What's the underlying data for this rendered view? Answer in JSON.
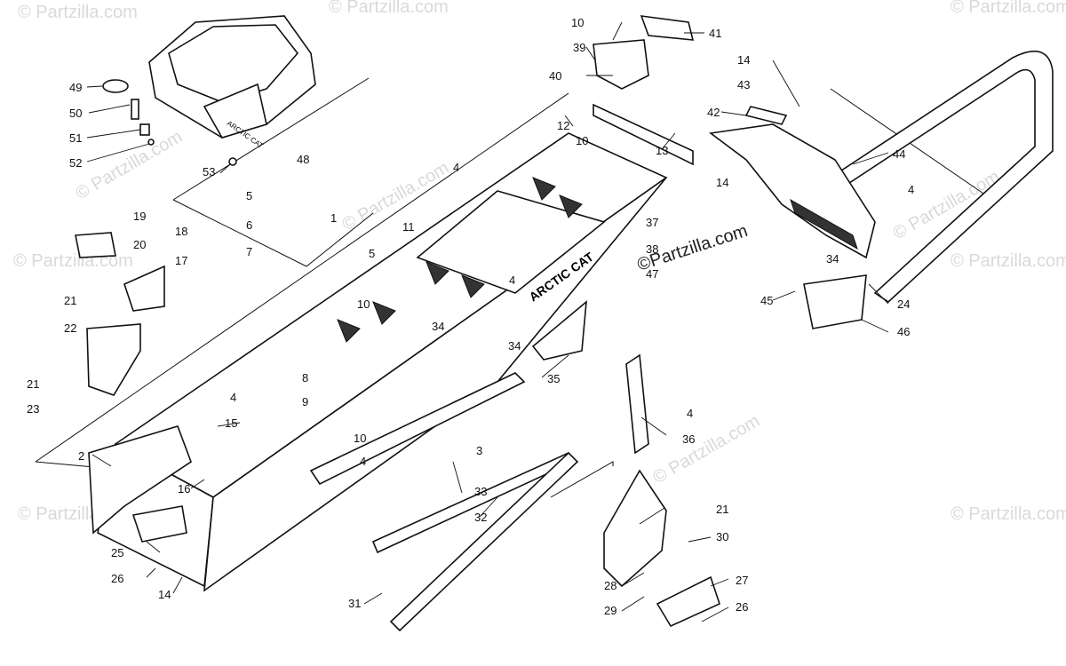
{
  "watermark": {
    "text": "© Partzilla.com",
    "center_text": "©Partzilla.com"
  },
  "brand_decal": "ARCTIC CAT",
  "seat_decal": "ARCTIC CAT",
  "callouts": [
    "1",
    "2",
    "3",
    "4",
    "5",
    "6",
    "7",
    "8",
    "9",
    "10",
    "11",
    "12",
    "13",
    "14",
    "15",
    "16",
    "17",
    "18",
    "19",
    "20",
    "21",
    "22",
    "23",
    "24",
    "25",
    "26",
    "27",
    "28",
    "29",
    "30",
    "31",
    "32",
    "33",
    "34",
    "35",
    "36",
    "37",
    "38",
    "39",
    "40",
    "41",
    "42",
    "43",
    "44",
    "45",
    "46",
    "47",
    "48",
    "49",
    "50",
    "51",
    "52",
    "53"
  ],
  "labels": {
    "c49": "49",
    "c50": "50",
    "c51": "51",
    "c52": "52",
    "c53": "53",
    "c48": "48",
    "c19": "19",
    "c20": "20",
    "c17": "17",
    "c18": "18",
    "c21a": "21",
    "c22": "22",
    "c21b": "21",
    "c23": "23",
    "c5a": "5",
    "c6": "6",
    "c7": "7",
    "c1": "1",
    "c11": "11",
    "c5b": "5",
    "c4a": "4",
    "c10a": "10",
    "c10b": "10",
    "c10c": "10",
    "c10d": "10",
    "c12": "12",
    "c13": "13",
    "c39": "39",
    "c40": "40",
    "c41": "41",
    "c37": "37",
    "c38": "38",
    "c47": "47",
    "c14a": "14",
    "c43": "43",
    "c42": "42",
    "c44": "44",
    "c14b": "14",
    "c4b": "4",
    "c34a": "34",
    "c45": "45",
    "c24": "24",
    "c46": "46",
    "c34b": "34",
    "c34c": "34",
    "c35": "35",
    "c4c": "4",
    "c36": "36",
    "c4d": "4",
    "c8": "8",
    "c9": "9",
    "c4e": "4",
    "c15": "15",
    "c2": "2",
    "c16": "16",
    "c25": "25",
    "c26a": "26",
    "c14c": "14",
    "c3": "3",
    "c33": "33",
    "c32": "32",
    "c31": "31",
    "c4f": "4",
    "c21c": "21",
    "c30": "30",
    "c28": "28",
    "c29": "29",
    "c27": "27",
    "c26b": "26"
  }
}
